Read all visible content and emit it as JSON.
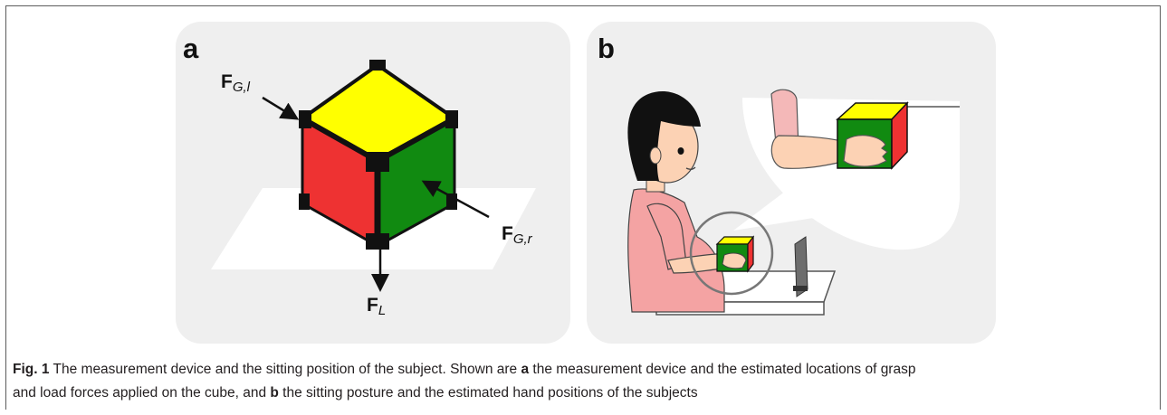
{
  "panels": {
    "a": {
      "label": "a",
      "force_grasp_left_main": "F",
      "force_grasp_left_sub": "G,l",
      "force_grasp_right_main": "F",
      "force_grasp_right_sub": "G,r",
      "force_load_main": "F",
      "force_load_sub": "L"
    },
    "b": {
      "label": "b"
    }
  },
  "caption": {
    "prefix": "Fig. 1",
    "text_1": " The measurement device and the sitting position of the subject. Shown are ",
    "bold_a": "a",
    "text_2": " the measurement device and the estimated locations of grasp",
    "text_3": "and load forces applied on the cube, and ",
    "bold_b": "b",
    "text_4": " the sitting posture and the estimated hand positions of the subjects"
  },
  "colors": {
    "panel_bg": "#efefef",
    "cube_top": "#ffff00",
    "cube_left": "#ee3232",
    "cube_right": "#118a11",
    "skin": "#fcd2b4",
    "shirt": "#f4a3a3",
    "hair": "#111111"
  }
}
